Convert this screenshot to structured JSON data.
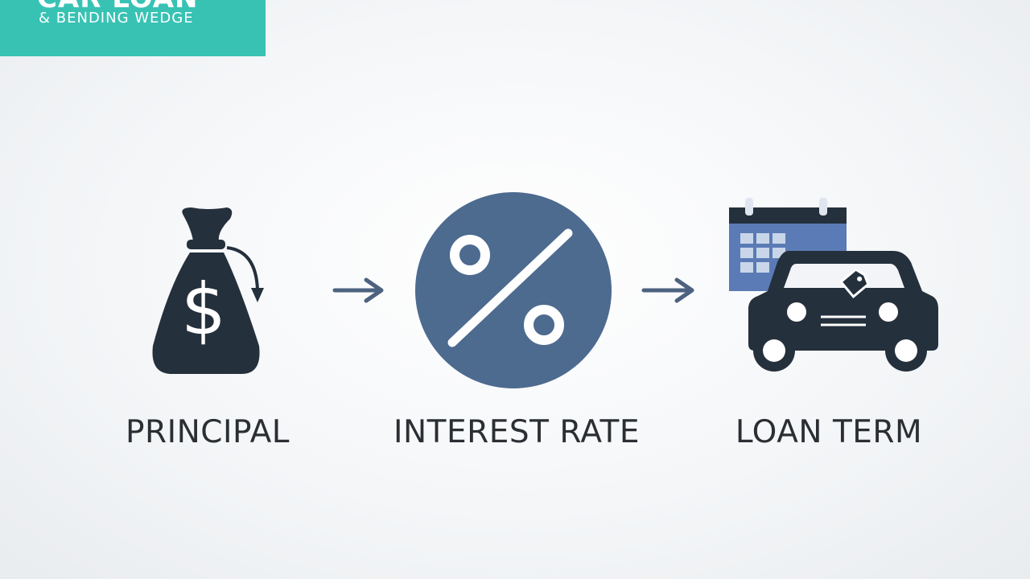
{
  "header": {
    "title": "CAR LOAN",
    "subtitle": "& BENDING WEDGE",
    "background_color": "#38c2b4"
  },
  "items": [
    {
      "label": "PRINCIPAL",
      "icon": "money-bag-icon"
    },
    {
      "label": "INTEREST RATE",
      "icon": "percent-icon"
    },
    {
      "label": "LOAN TERM",
      "icon": "calendar-car-icon"
    }
  ],
  "connectors": [
    "arrow-right-icon",
    "arrow-right-icon"
  ],
  "colors": {
    "icon_dark": "#25303d",
    "icon_blue": "#4d6a8f",
    "calendar_blue": "#5a7bb5",
    "arrow": "#4d6280",
    "label_text": "#2b2f33"
  }
}
